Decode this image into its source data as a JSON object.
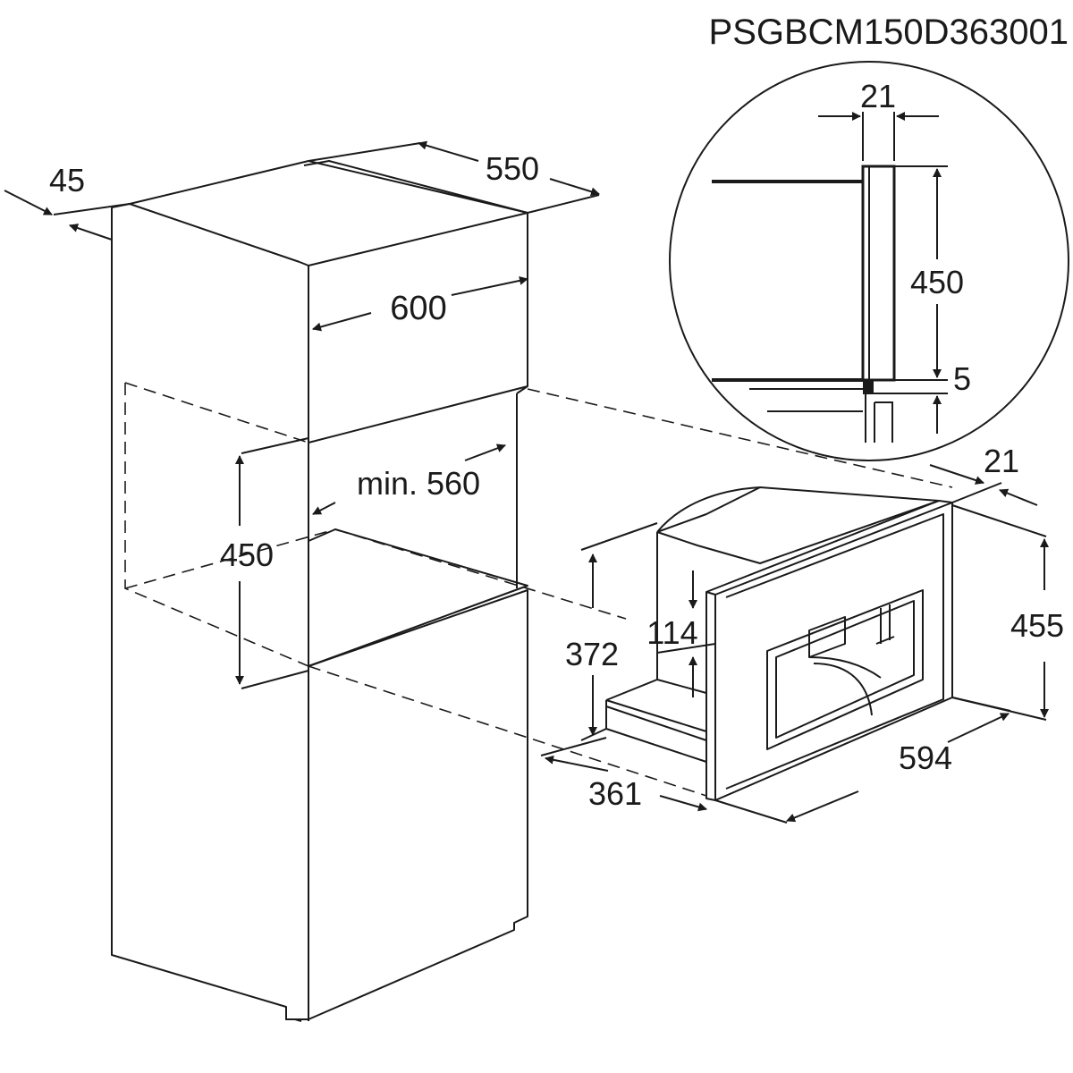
{
  "drawing_code": "PSGBCM150D363001",
  "cabinet": {
    "dim_top_offset": "45",
    "dim_depth": "550",
    "dim_width": "600",
    "dim_min_depth": "min. 560",
    "dim_niche_height": "450"
  },
  "appliance": {
    "dim_frame_depth": "21",
    "dim_height": "455",
    "dim_body_height": "372",
    "dim_clearance": "114",
    "dim_body_depth": "361",
    "dim_width": "594"
  },
  "detail": {
    "dim_panel": "21",
    "dim_height": "450",
    "dim_gap": "5"
  },
  "colors": {
    "line": "#1a1a1a",
    "background": "#ffffff"
  }
}
